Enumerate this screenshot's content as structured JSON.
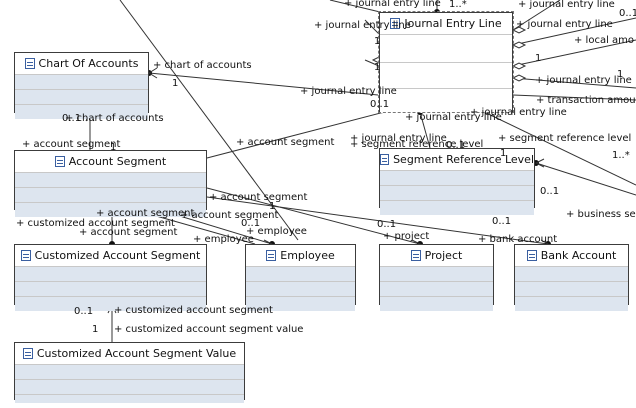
{
  "classes": {
    "chart_of_accounts": "Chart Of Accounts",
    "journal_entry_line": "Journal Entry Line",
    "account_segment": "Account Segment",
    "segment_reference_level": "Segment Reference Level",
    "customized_account_segment": "Customized Account Segment",
    "employee": "Employee",
    "project": "Project",
    "bank_account": "Bank Account",
    "customized_account_segment_value": "Customized Account Segment Value"
  },
  "labels": {
    "l01": "+ journal entry line",
    "l02": "1..*",
    "l03": "+ journal entry line",
    "l04": "+ journal entry line",
    "l05": "0..1",
    "l06": "+ local amo",
    "l07": "1",
    "l08": "1",
    "l09": "+ journal entry line",
    "l10": "+ transaction amou",
    "l11": "+ chart of accounts",
    "l12": "1",
    "l13": "+ journal entry line",
    "l14": "0..1",
    "l15": "0..1",
    "l16": "+ chart of accounts",
    "l17": "+ account segment",
    "l18": "+ account segment",
    "l19": "+ journal entry line",
    "l20": "+ journal entry line",
    "l21": "+ segment reference level",
    "l22": "+ segment reference level",
    "l23": "0..1",
    "l24": "1",
    "l25": "1..*",
    "l26": "0..1",
    "l27": "+ business segm",
    "l28": "+ account segment",
    "l29": "+ account segment",
    "l30": "+ account segment",
    "l31": "+ customized account segment",
    "l32": "+ account segment",
    "l33": "1",
    "l34": "0..1",
    "l35": "+ employee",
    "l36": "+ employee",
    "l37": "0..1",
    "l38": "+ project",
    "l39": "0..1",
    "l40": "+ bank account",
    "l41": "0..1",
    "l42": "+ customized account segment",
    "l43": "1",
    "l44": "+ customized account segment value",
    "l45": "1"
  }
}
